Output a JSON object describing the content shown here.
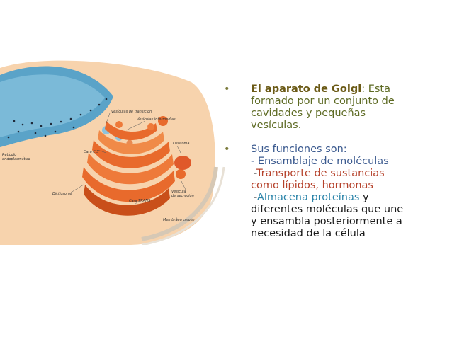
{
  "illustration": {
    "labels": {
      "vesiculas_transicion": "Vesículas de transición",
      "vesiculas_intermedias": "Vesículas intermedias",
      "cara_cis": "Cara CIS",
      "lisosoma": "Lisosoma",
      "reticulo_1": "Retículo",
      "reticulo_2": "endoplasmático",
      "vesicula_secrecion_1": "Vesícula",
      "vesicula_secrecion_2": "de secreción",
      "dictiosoma": "Dictiosoma",
      "cara_trans": "Cara TRANS",
      "membrana_celular": "Membrana celular"
    },
    "colors": {
      "er_blue": "#5aa3c8",
      "golgi_orange": "#e86a2c",
      "cytoplasm": "#f7d3ad"
    }
  },
  "text": {
    "bullet_symbol": "•",
    "title_bold": "El aparato de Golgi",
    "title_rest_1": ": Esta",
    "line_2": "formado por un conjunto de",
    "line_3": "cavidades y pequeñas",
    "line_4": "vesículas.",
    "functions_heading": "Sus funciones son:",
    "func_1": "- Ensamblaje de moléculas",
    "func_2_dash": "-",
    "func_2_a": "Transporte de sustancias",
    "func_2_b": "como lípidos, hormonas",
    "func_3_dash": "-",
    "func_3_a": "Almacena proteínas",
    "func_3_a_rest": " y",
    "func_3_b": "diferentes moléculas que une",
    "func_3_c": "y ensambla posteriormente a",
    "func_3_d": "necesidad de la célula"
  }
}
